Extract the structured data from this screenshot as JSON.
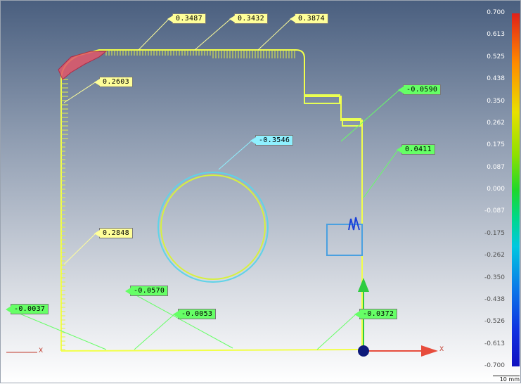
{
  "deviation_labels": [
    {
      "id": "top-left",
      "value": "0.3487",
      "color": "#ffff99"
    },
    {
      "id": "top-mid",
      "value": "0.3432",
      "color": "#ffff99"
    },
    {
      "id": "top-right",
      "value": "0.3874",
      "color": "#ffff99"
    },
    {
      "id": "corner",
      "value": "0.2603",
      "color": "#ffff99"
    },
    {
      "id": "right-step",
      "value": "-0.0590",
      "color": "#66ff66"
    },
    {
      "id": "circle",
      "value": "-0.3546",
      "color": "#8ff0ff"
    },
    {
      "id": "right-edge",
      "value": "0.0411",
      "color": "#66ff66"
    },
    {
      "id": "left-side",
      "value": "0.2848",
      "color": "#ffff99"
    },
    {
      "id": "bottom-mid",
      "value": "-0.0570",
      "color": "#66ff66"
    },
    {
      "id": "left-bottom",
      "value": "-0.0037",
      "color": "#66ff66"
    },
    {
      "id": "bottom-center",
      "value": "-0.0053",
      "color": "#66ff66"
    },
    {
      "id": "bottom-right",
      "value": "-0.0372",
      "color": "#66ff66"
    }
  ],
  "color_scale": [
    "0.700",
    "0.613",
    "0.525",
    "0.438",
    "0.350",
    "0.262",
    "0.175",
    "0.087",
    "0.000",
    "-0.087",
    "-0.175",
    "-0.262",
    "-0.350",
    "-0.438",
    "-0.526",
    "-0.613",
    "-0.700"
  ],
  "scale_bar": "10 mm",
  "axis_x_label": "X",
  "axis_x_label_left": "X"
}
